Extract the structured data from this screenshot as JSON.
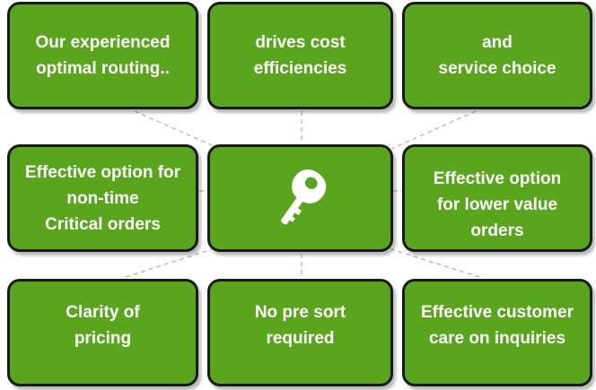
{
  "tiles": {
    "top_left": {
      "lines": [
        "Our experienced",
        "optimal routing.."
      ]
    },
    "top_center": {
      "lines": [
        "drives cost",
        "efficiencies"
      ]
    },
    "top_right": {
      "lines": [
        "and",
        "service choice"
      ]
    },
    "middle_left": {
      "lines": [
        "Effective option for",
        "non-time",
        "Critical orders"
      ]
    },
    "middle_center": {
      "icon": "key-icon"
    },
    "middle_right": {
      "lines": [
        "Effective option",
        "for lower value",
        "orders"
      ]
    },
    "bottom_left": {
      "lines": [
        "Clarity of",
        "pricing"
      ]
    },
    "bottom_center": {
      "lines": [
        "No pre sort",
        "required"
      ]
    },
    "bottom_right": {
      "lines": [
        "Effective customer",
        "care on inquiries"
      ]
    }
  },
  "colors": {
    "tile_fill": "#5aa51e",
    "tile_border": "#1a1a1a",
    "text": "#ffffff",
    "connector": "#b5b5b5"
  }
}
